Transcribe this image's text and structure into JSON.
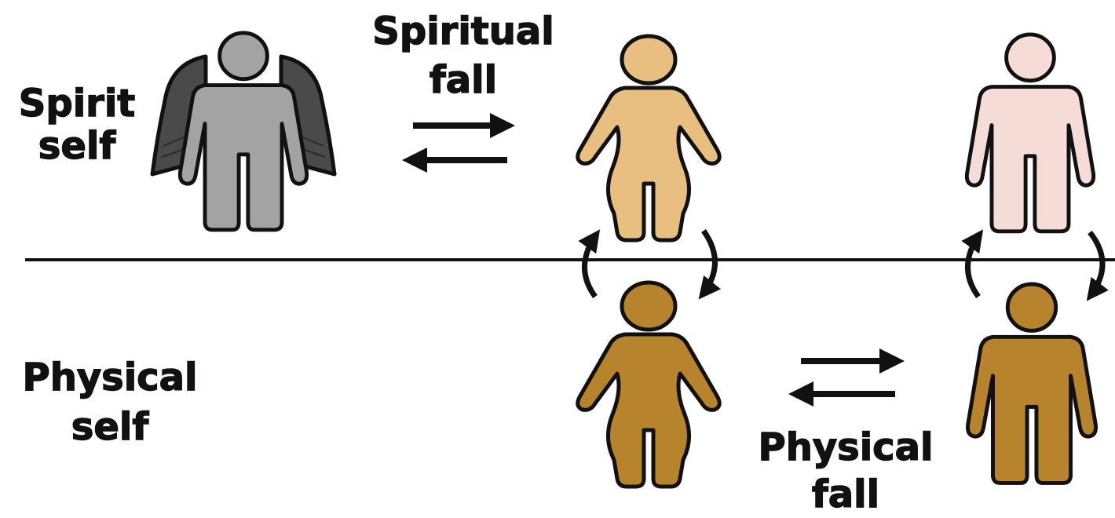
{
  "labels": {
    "spirit_self": [
      "Spirit",
      "self"
    ],
    "physical_self": [
      "Physical",
      "self"
    ],
    "spiritual_fall": [
      "Spiritual",
      "fall"
    ],
    "physical_fall": [
      "Physical",
      "fall"
    ]
  },
  "colors": {
    "outline": "#111111",
    "angel_body": "#a3a3a3",
    "angel_wings": "#4a4a4a",
    "spirit_woman": "#e8bf80",
    "spirit_man": "#f6dcd6",
    "physical_woman": "#b8832d",
    "physical_man": "#b8832d",
    "divider": "#111111"
  },
  "figures": [
    {
      "id": "angel",
      "kind": "angel",
      "realm": "spirit"
    },
    {
      "id": "spirit-woman",
      "kind": "woman",
      "realm": "spirit"
    },
    {
      "id": "spirit-man",
      "kind": "man",
      "realm": "spirit"
    },
    {
      "id": "physical-woman",
      "kind": "woman",
      "realm": "physical"
    },
    {
      "id": "physical-man",
      "kind": "man",
      "realm": "physical"
    }
  ]
}
